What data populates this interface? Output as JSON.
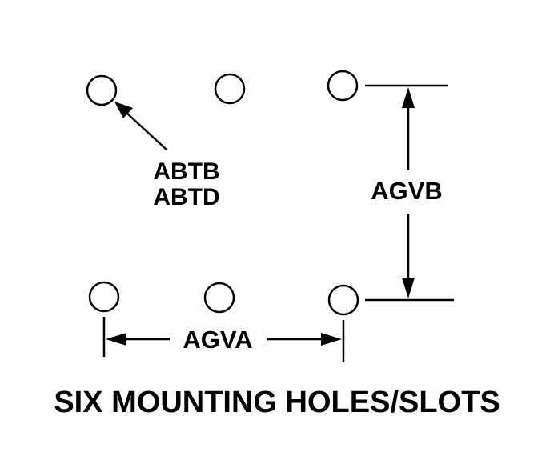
{
  "callout": {
    "line1": "ABTB",
    "line2": "ABTD"
  },
  "dimensions": {
    "horizontal": "AGVA",
    "vertical": "AGVB"
  },
  "caption": "SIX MOUNTING HOLES/SLOTS",
  "holes": {
    "count": 6
  }
}
